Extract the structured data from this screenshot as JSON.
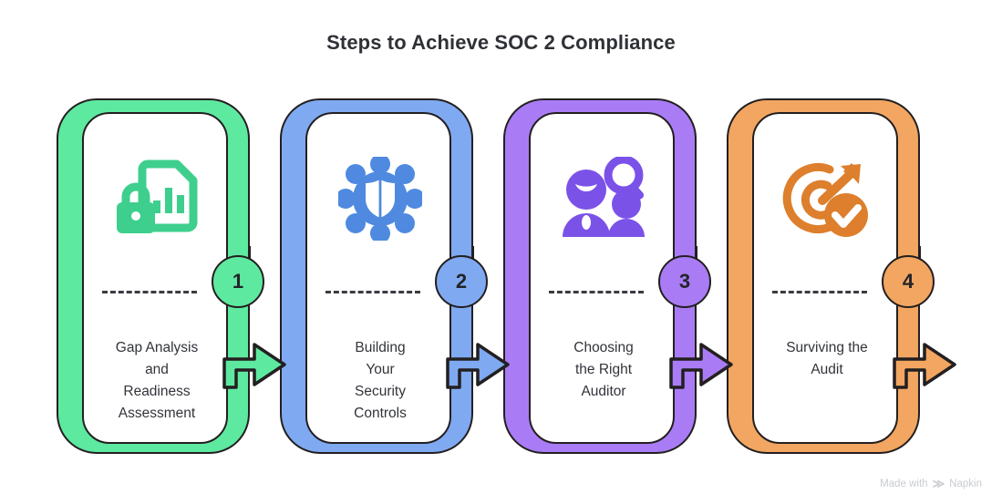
{
  "header": {
    "title": "Steps to Achieve SOC 2 Compliance"
  },
  "steps": [
    {
      "number": "1",
      "label": "Gap Analysis\nand\nReadiness\nAssessment",
      "color": "#5EE9A0",
      "icon": "document-chart-lock-icon"
    },
    {
      "number": "2",
      "label": "Building\nYour\nSecurity\nControls",
      "color": "#7FAAF2",
      "icon": "gear-shield-icon"
    },
    {
      "number": "3",
      "label": "Choosing\nthe Right\nAuditor",
      "color": "#A97CF5",
      "icon": "people-magnifier-icon"
    },
    {
      "number": "4",
      "label": "Surviving the\nAudit",
      "color": "#F2A661",
      "icon": "target-arrow-check-icon"
    }
  ],
  "watermark": {
    "prefix": "Made with",
    "brand": "Napkin",
    "logo": "napkin-logo-icon"
  }
}
